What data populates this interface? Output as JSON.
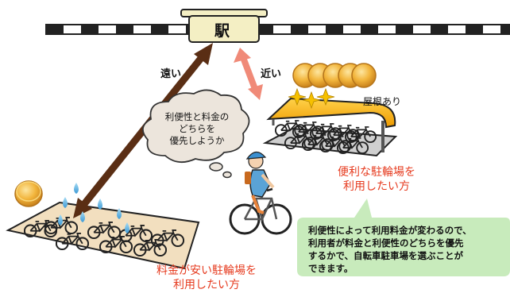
{
  "station": {
    "label": "駅"
  },
  "distance": {
    "far": "遠い",
    "near": "近い"
  },
  "roof_label": "屋根あり",
  "thought_bubble": {
    "lines": [
      "利便性と料金の",
      "どちらを",
      "優先しようか"
    ]
  },
  "convenient_lot": {
    "lines": [
      "便利な駐輪場を",
      "利用したい方"
    ]
  },
  "cheap_lot": {
    "lines": [
      "料金が安い駐輪場を",
      "利用したい方"
    ]
  },
  "explanation": {
    "lines": [
      "利便性によって利用料金が変わるので、",
      "利用者が料金と利便性のどちらを優先",
      "するかで、自転車駐車場を選ぶことが",
      "できます。"
    ]
  },
  "colors": {
    "far_arrow": "#5a2e14",
    "near_arrow": "#f08a78",
    "explanation_bubble": "#c8ebbc",
    "lot_ground": "#f2dfbf",
    "roof": "#f6b400",
    "coin": "#f0b23a",
    "red_text": "#e63a1e"
  },
  "icons": [
    "rail-track",
    "station-sign",
    "coin-stack",
    "roof-shelter",
    "sparkle-icon",
    "water-drop-icon",
    "bicycle-icon",
    "cyclist-figure",
    "thought-cloud"
  ]
}
